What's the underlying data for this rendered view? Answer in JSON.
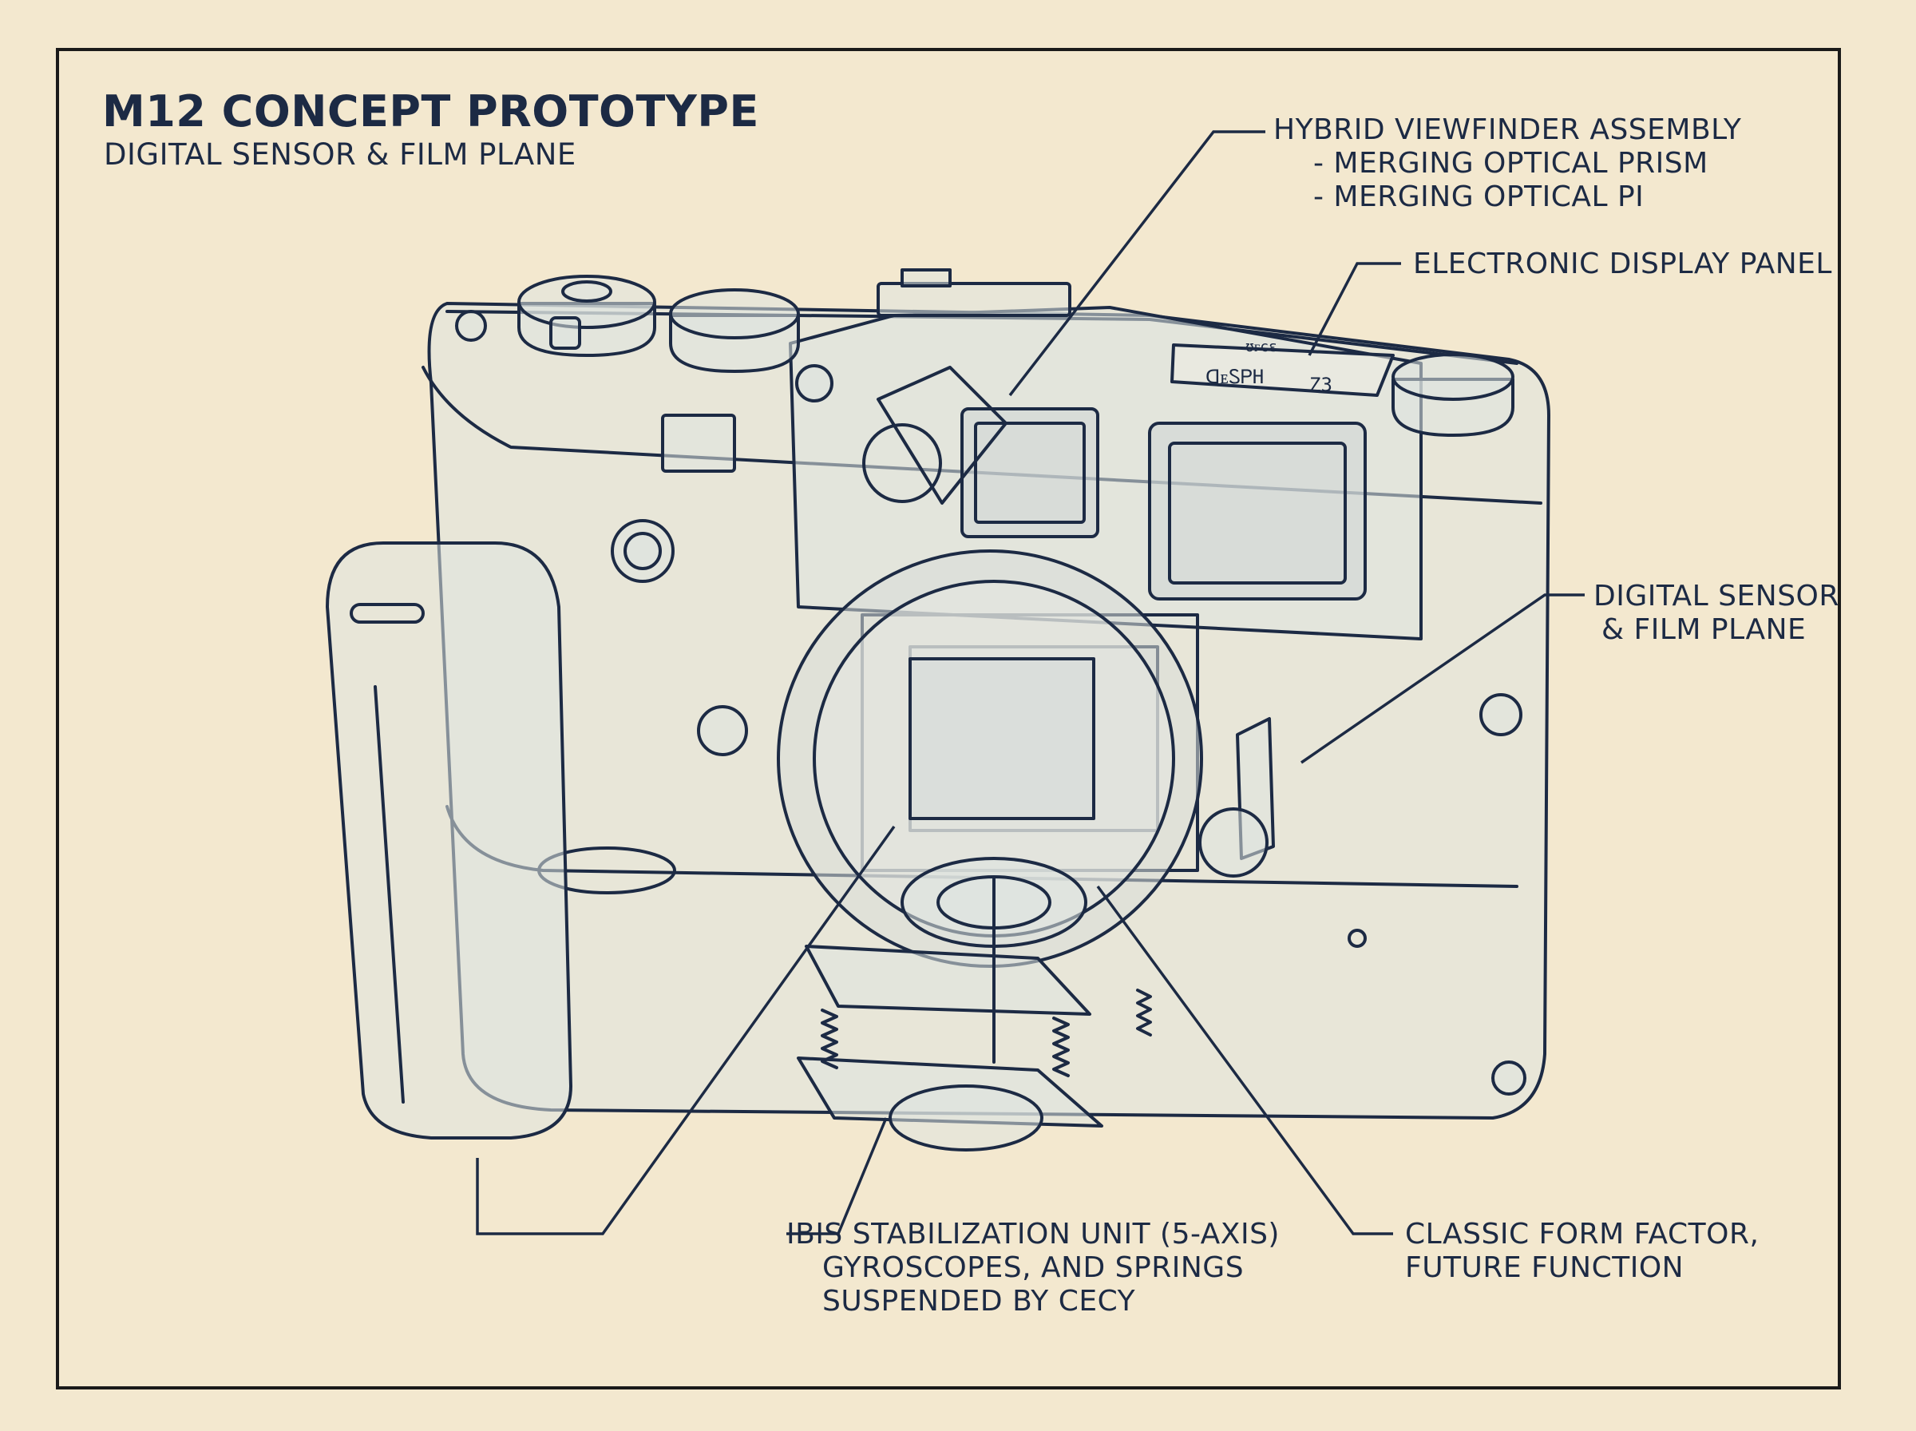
{
  "colors": {
    "paper": "#f3e8cf",
    "ink": "#1c2a44",
    "body_fill": "#dfe3e0",
    "frame": "#1a1a1a"
  },
  "header": {
    "title": "M12 CONCEPT PROTOTYPE",
    "subtitle": "DIGITAL SENSOR & FILM PLANE"
  },
  "display_glyphs": {
    "top": "ʊᴦcɛ",
    "left": "ᗡᴇᏚᏢH",
    "right": "Z3"
  },
  "labels": {
    "viewfinder": {
      "line1": "HYBRID VIEWFINDER ASSEMBLY",
      "line2": "- MERGING OPTICAL PRISM",
      "line3": "- MERGING OPTICAL PI"
    },
    "display": {
      "line1": "ELECTRONIC DISPLAY PANEL"
    },
    "sensor": {
      "line1": "DIGITAL SENSOR",
      "line2": "& FILM PLANE"
    },
    "ibis": {
      "line1": "IBIS STABILIZATION UNIT (5-AXIS)",
      "line2": "GYROSCOPES, AND SPRINGS",
      "line3": "SUSPENDED BY CECY"
    },
    "form": {
      "line1": "CLASSIC FORM FACTOR,",
      "line2": "FUTURE FUNCTION"
    }
  }
}
